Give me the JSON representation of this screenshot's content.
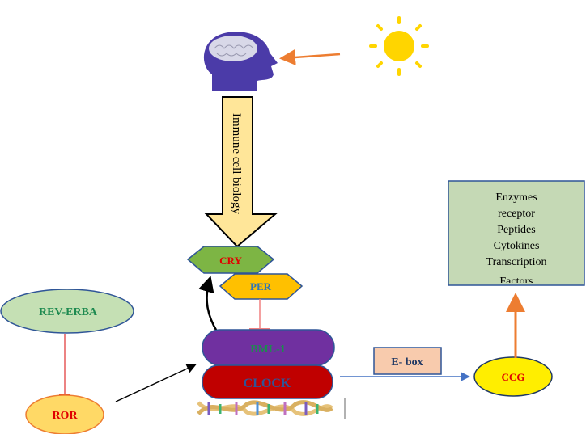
{
  "nodes": {
    "immune_arrow_label": "Immune cell biology",
    "cry": "CRY",
    "per": "PER",
    "bml": "BML-1",
    "clock": "CLOCK",
    "rev_erba": "REV-ERBA",
    "ror": "ROR",
    "ebox": "E- box",
    "ccg": "CCG",
    "outputs": [
      "Enzymes",
      "receptor",
      "Peptides",
      "Cytokines",
      "Transcription",
      "Factors"
    ]
  },
  "colors": {
    "head": "#4B3BA8",
    "sun": "#FFD500",
    "cry_fill": "#7DB544",
    "per_fill": "#FFC000",
    "bml_fill": "#7030A0",
    "clock_fill": "#C00000",
    "rev_fill": "#C5E0B4",
    "ror_fill": "#FFD966",
    "ebox_fill": "#F8CBAD",
    "ccg_fill": "#FFEE00",
    "output_fill": "#C5D9B5"
  }
}
